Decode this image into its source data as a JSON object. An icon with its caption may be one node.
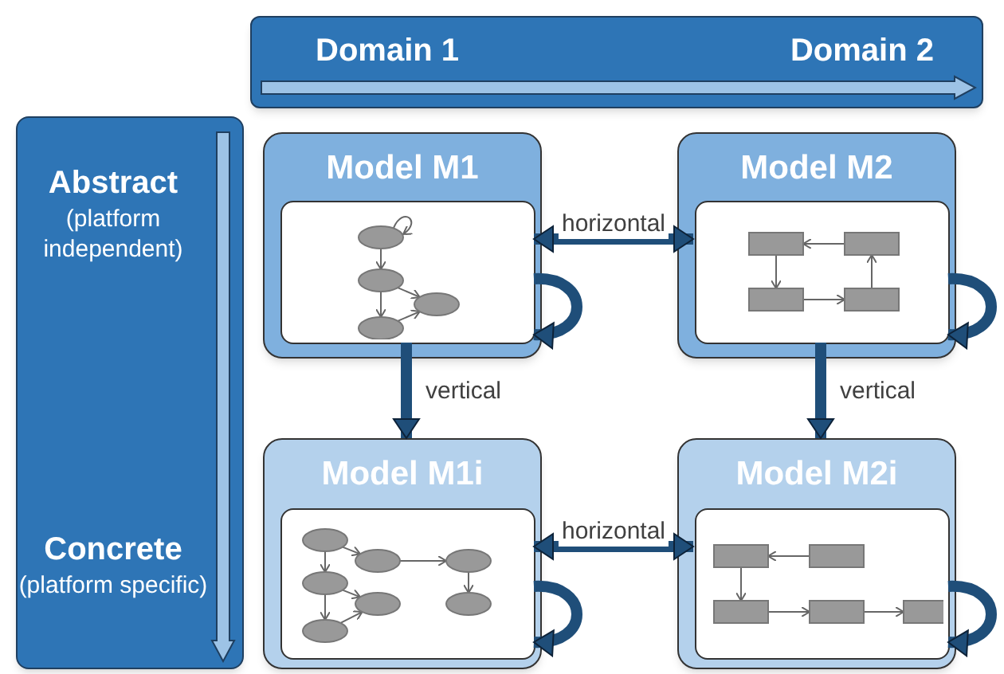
{
  "diagram": {
    "nodes": [
      {
        "text": [
          "Domain 1",
          "Domain 2"
        ]
      },
      {
        "text": [
          "Abstract",
          "(platform independent)",
          "Concrete",
          "(platform specific)"
        ]
      },
      {
        "text": [
          "Model M1"
        ]
      },
      {
        "text": [],
        "shape": "picture",
        "in": 2
      },
      {
        "text": [
          "Model M2"
        ]
      },
      {
        "text": [],
        "shape": "picture",
        "in": 4
      },
      {
        "text": [
          "Model M1i"
        ]
      },
      {
        "text": [],
        "shape": "picture",
        "in": 6
      },
      {
        "text": [
          "Model M2i"
        ]
      },
      {
        "text": [],
        "shape": "picture",
        "in": 8
      }
    ],
    "edges": [
      {
        "from": 3,
        "to": 5,
        "arrow": "both",
        "label": "horizontal"
      },
      {
        "from": 3,
        "to": 6,
        "arrow": "to",
        "label": "vertical"
      },
      {
        "from": 5,
        "to": 8,
        "arrow": "to",
        "label": "vertical"
      },
      {
        "from": 7,
        "to": 9,
        "arrow": "both",
        "label": "horizontal"
      },
      {
        "from": 3,
        "to": 3,
        "arrow": "to"
      },
      {
        "from": 5,
        "to": 5,
        "arrow": "to"
      },
      {
        "from": 7,
        "to": 7,
        "arrow": "to"
      },
      {
        "from": 9,
        "to": 9,
        "arrow": "to"
      }
    ]
  }
}
